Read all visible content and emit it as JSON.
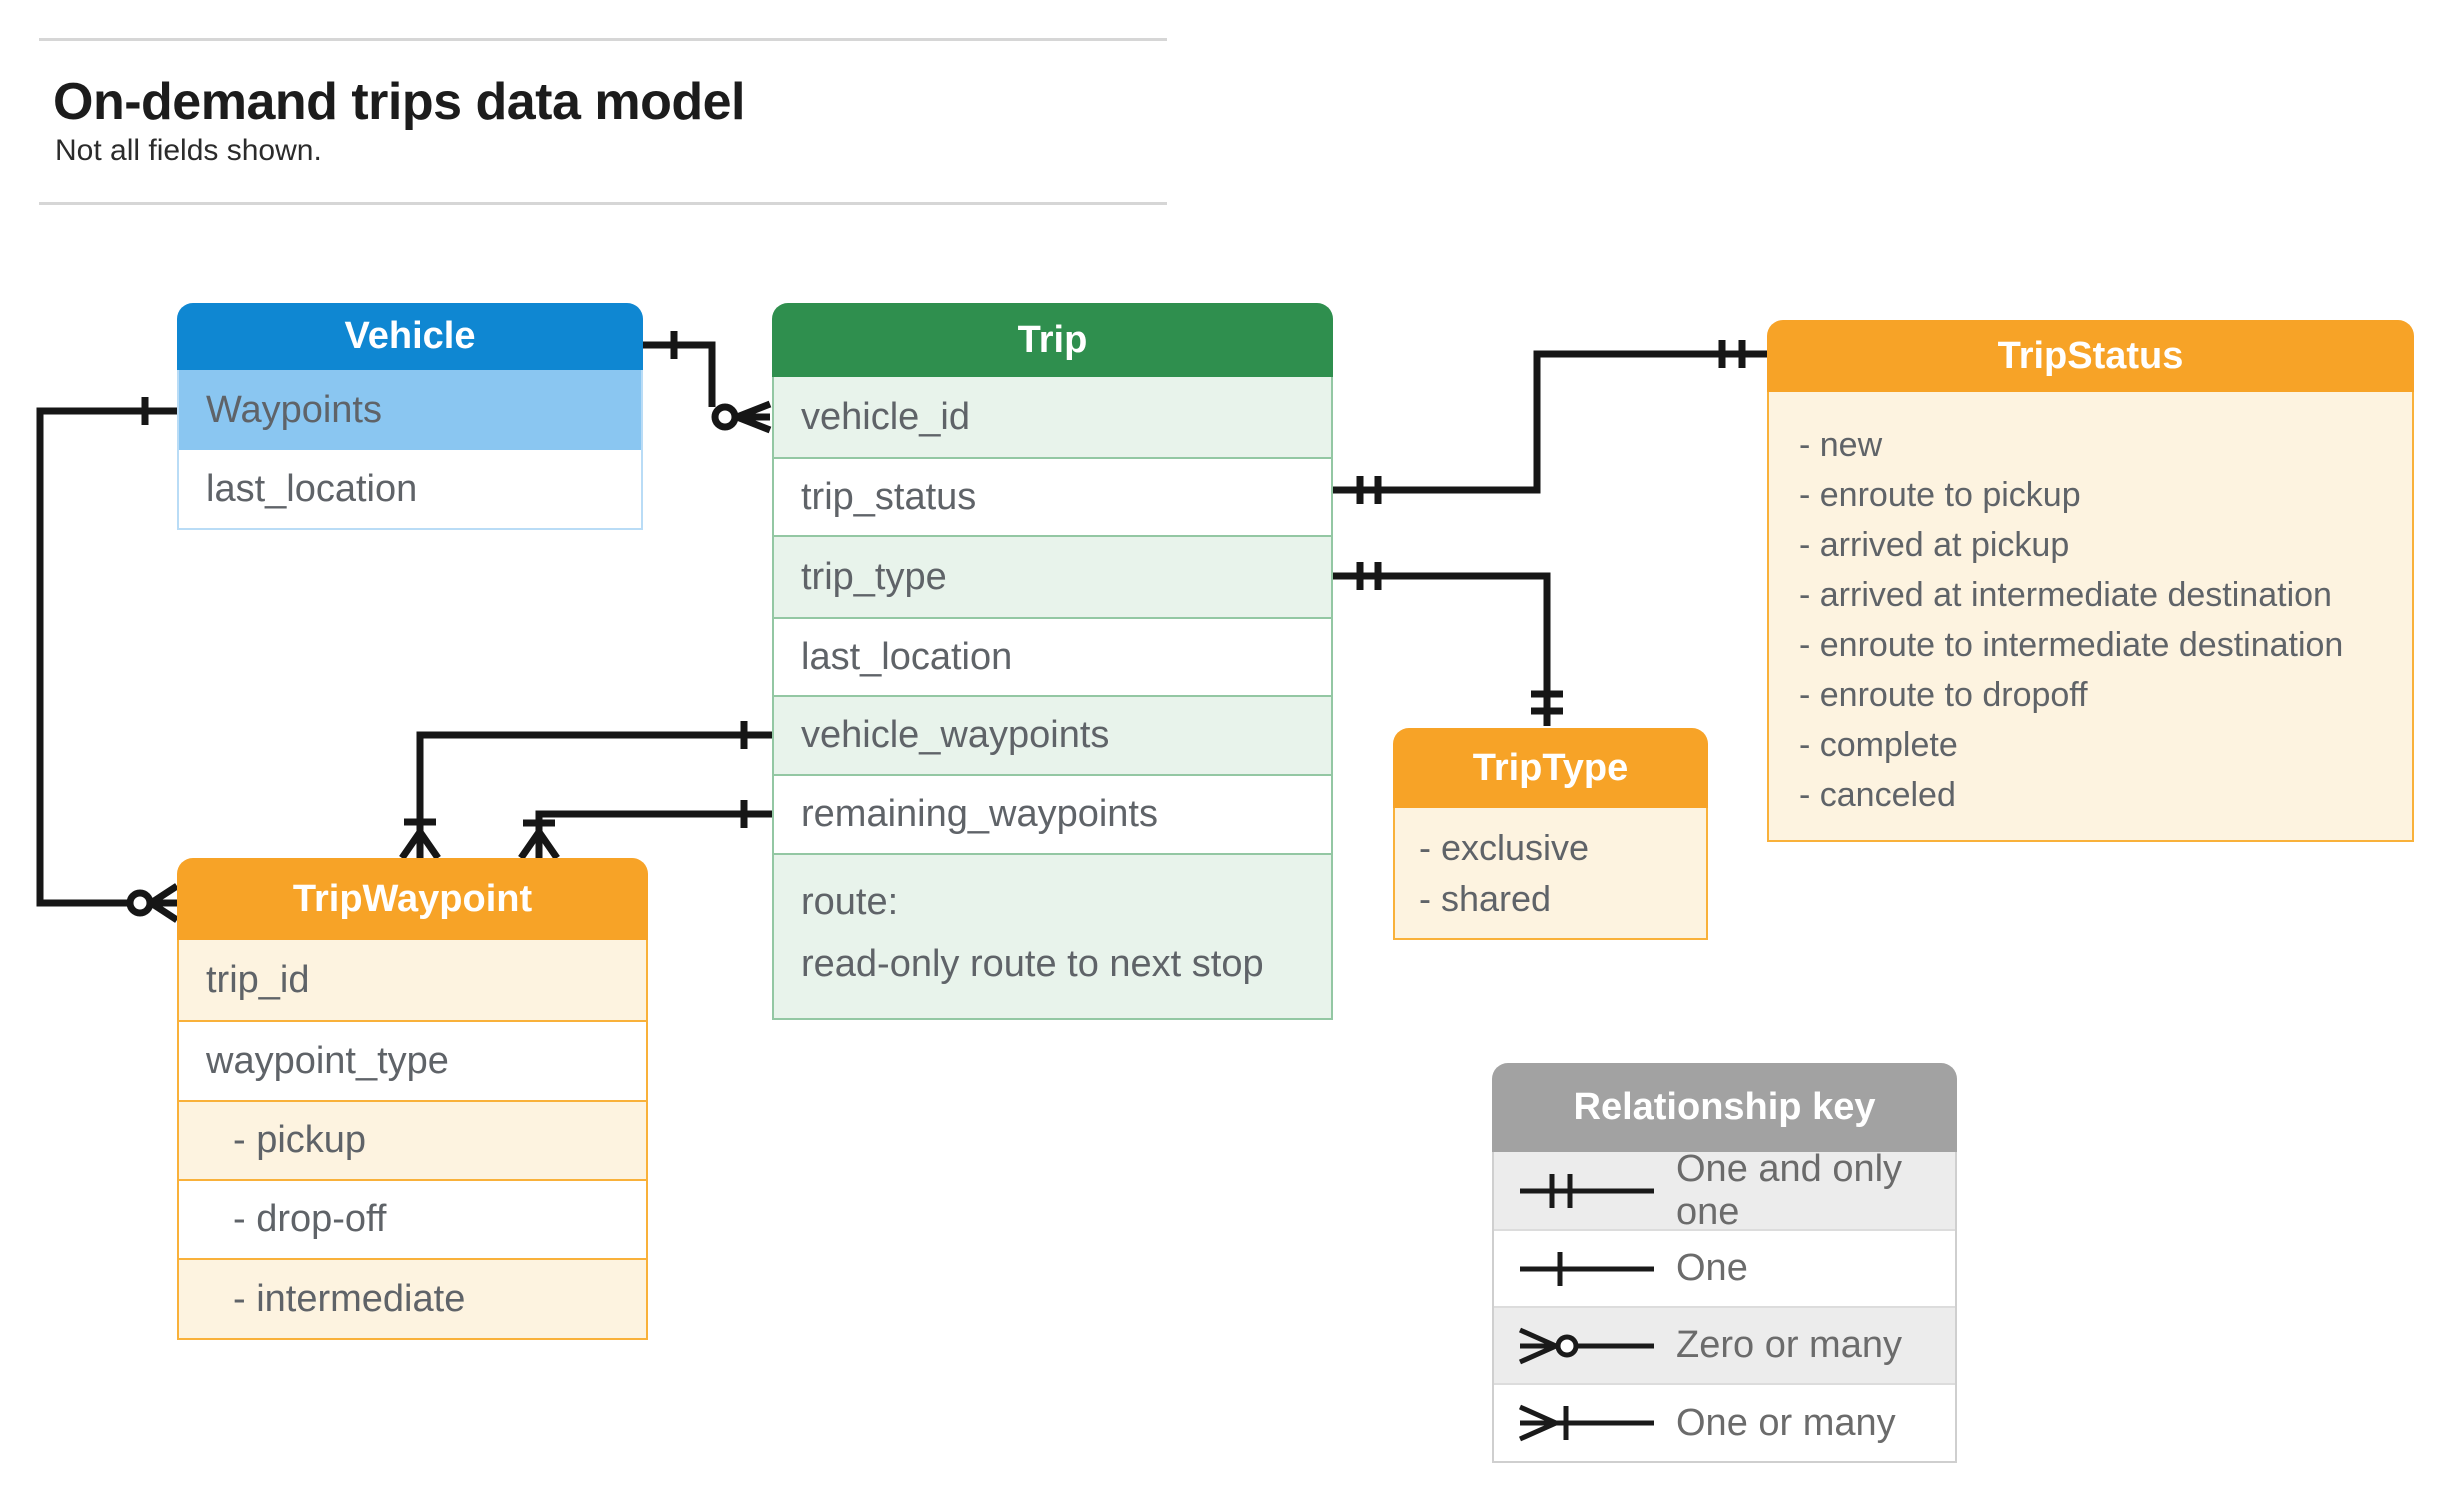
{
  "header": {
    "title": "On-demand trips data model",
    "subtitle": "Not all fields shown."
  },
  "entities": {
    "vehicle": {
      "title": "Vehicle",
      "rows": [
        "Waypoints",
        "last_location"
      ]
    },
    "trip": {
      "title": "Trip",
      "rows": [
        "vehicle_id",
        "trip_status",
        "trip_type",
        "last_location",
        "vehicle_waypoints",
        "remaining_waypoints"
      ],
      "route": [
        "route:",
        "read-only route to next stop"
      ]
    },
    "tripStatus": {
      "title": "TripStatus",
      "items": "- new\n- enroute to pickup\n- arrived at pickup\n- arrived at intermediate destination\n- enroute to intermediate destination\n- enroute to dropoff\n- complete\n- canceled"
    },
    "tripWaypoint": {
      "title": "TripWaypoint",
      "rows": [
        "trip_id",
        "waypoint_type",
        "- pickup",
        "- drop-off",
        "- intermediate"
      ]
    },
    "tripType": {
      "title": "TripType",
      "items": "- exclusive\n- shared"
    }
  },
  "legend": {
    "title": "Relationship key",
    "rows": [
      {
        "symbol": "one-and-only-one",
        "label": "One and only one"
      },
      {
        "symbol": "one",
        "label": "One"
      },
      {
        "symbol": "zero-or-many",
        "label": "Zero or many"
      },
      {
        "symbol": "one-or-many",
        "label": "One or many"
      }
    ]
  },
  "colors": {
    "vehicleHeader": "#0f87d2",
    "vehicleRowAlt": "#8ac6f1",
    "tripHeader": "#2f8f4e",
    "tripRowAlt": "#e8f3eb",
    "orangeHeader": "#f7a327",
    "cream": "#fdf3e0",
    "legendHeader": "#a2a2a2",
    "legendRowAlt": "#ececec",
    "wire": "#161616"
  }
}
